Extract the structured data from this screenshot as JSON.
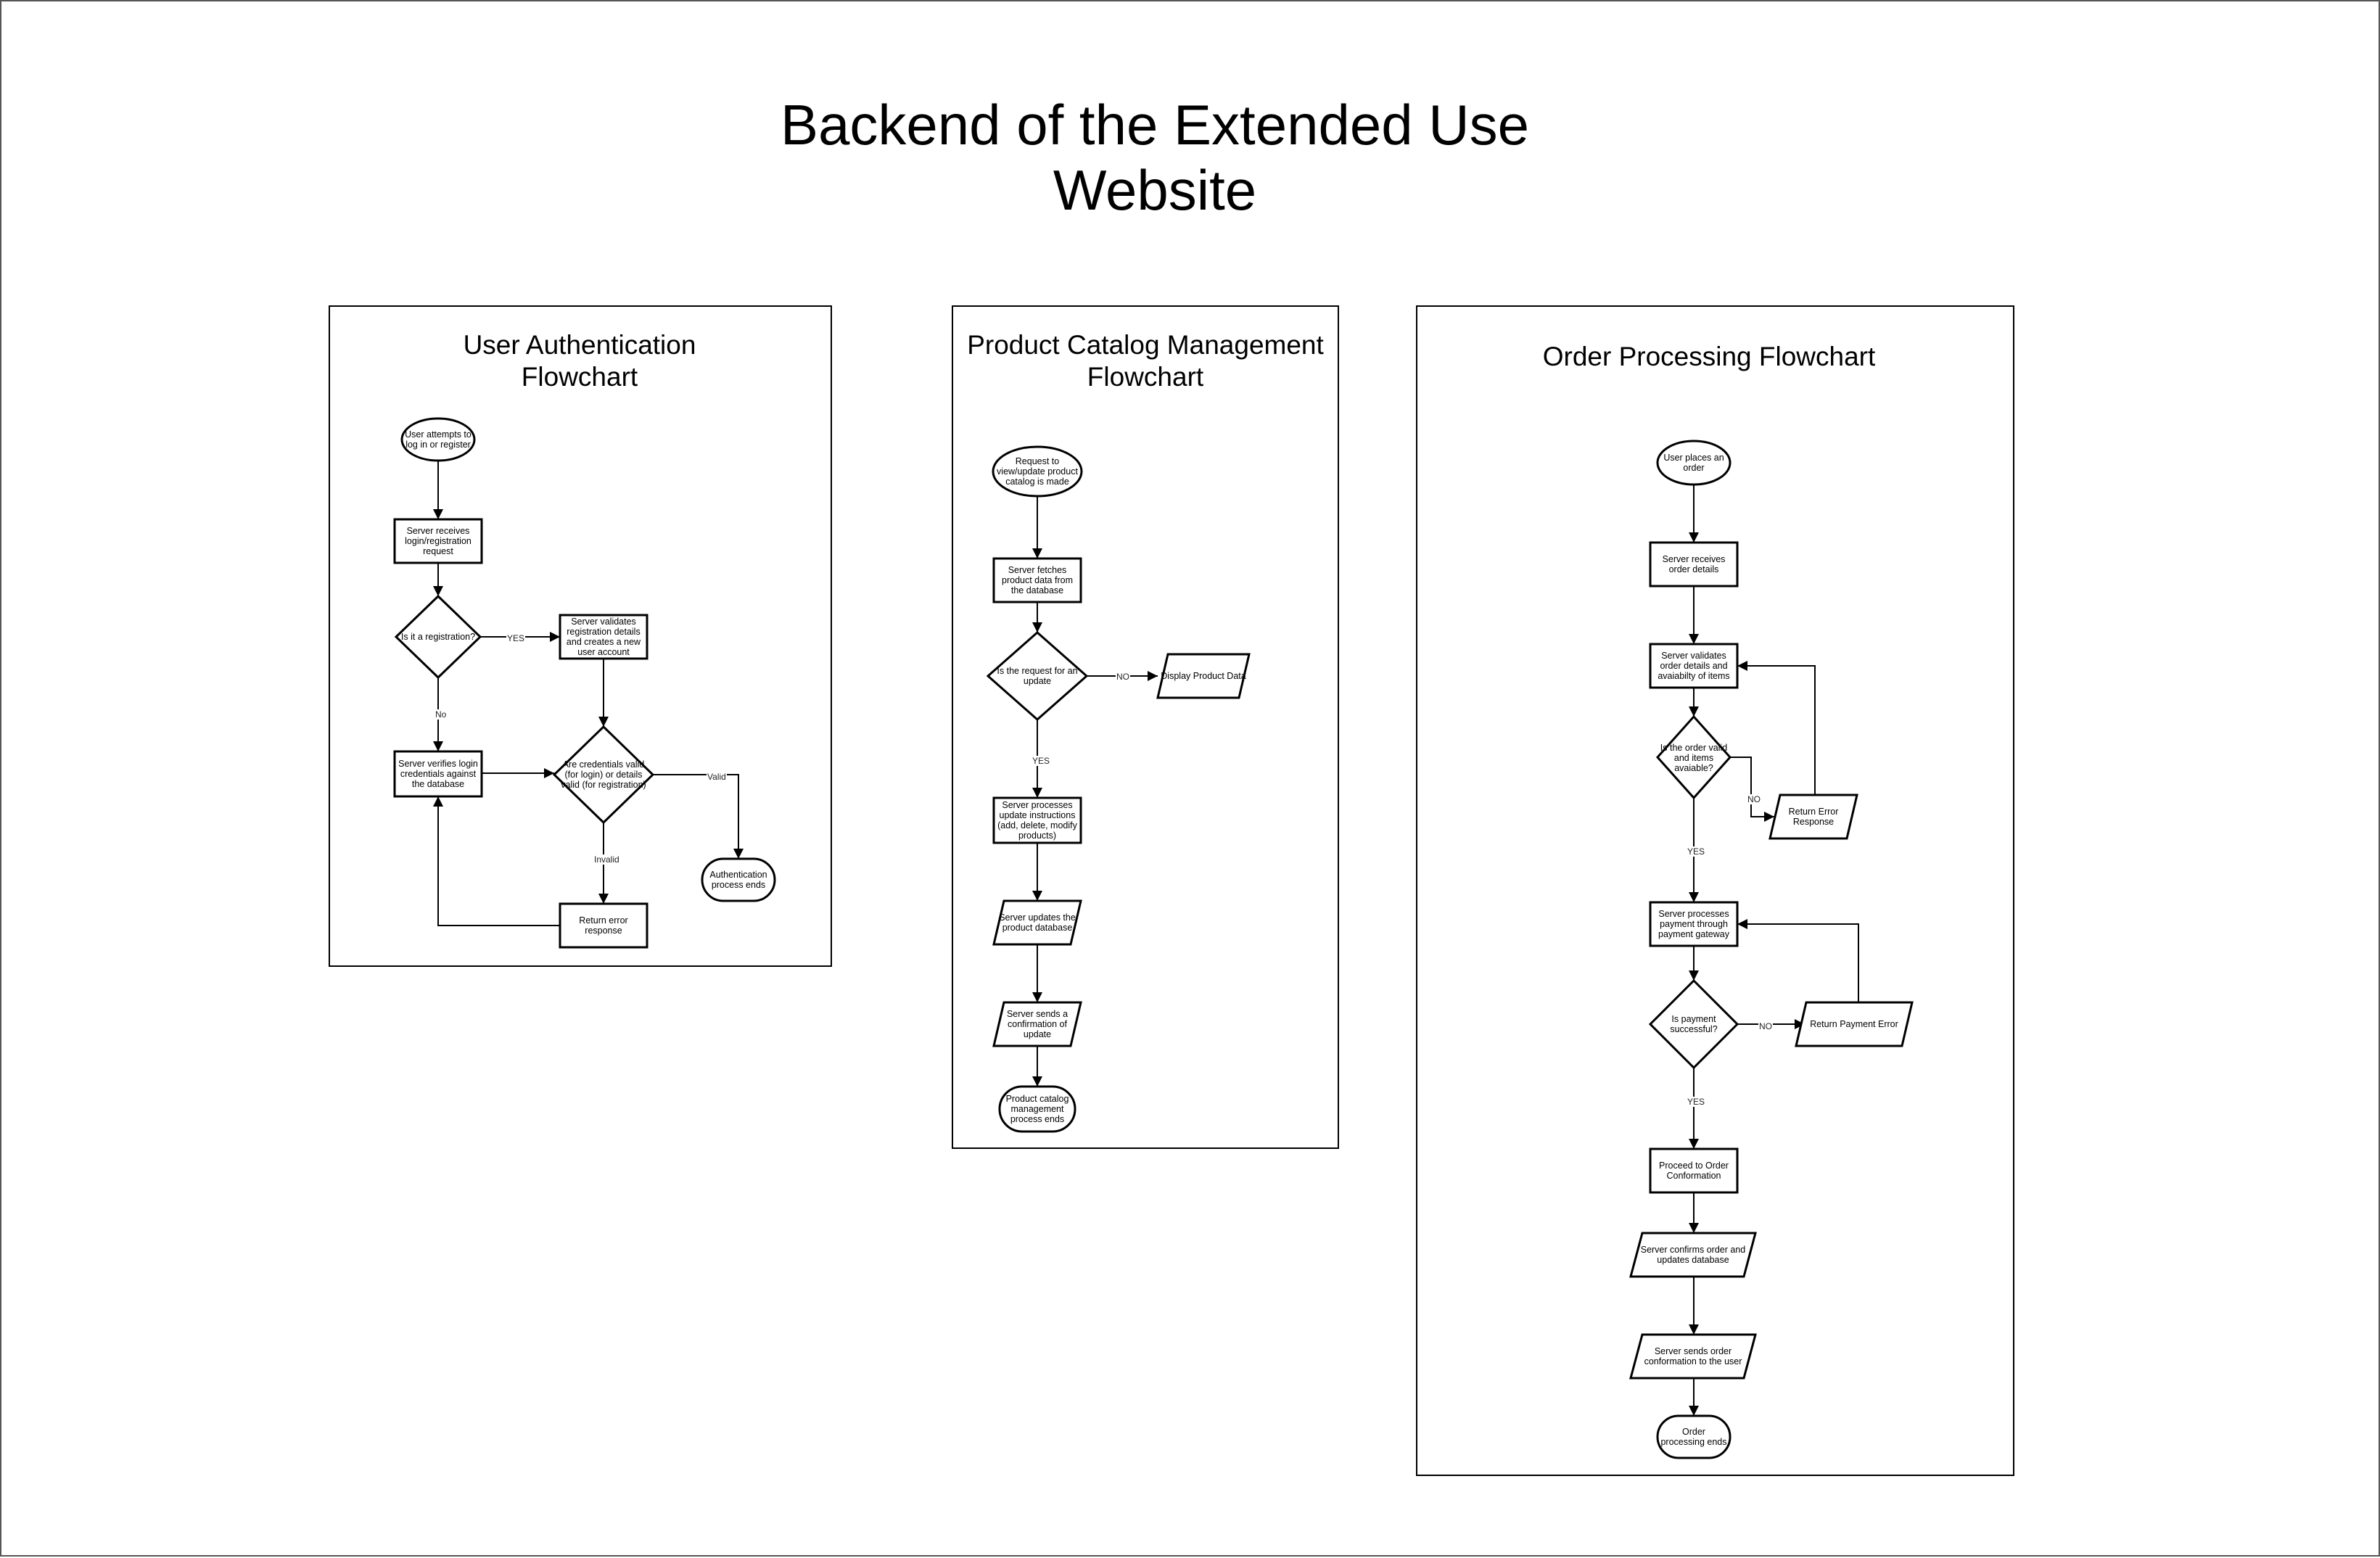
{
  "title": "Backend of the Extended Use Website",
  "panels": {
    "auth": {
      "title": "User Authentication Flowchart",
      "nodes": {
        "start": "User attempts to log in or register",
        "receive": "Server receives login/registration request",
        "is_registration": "Is it a registration?",
        "validate_registration": "Server validates registration details and creates a new user account",
        "verify_login": "Server verifies login credentials against the database",
        "credentials_valid": "Are credentials valid (for login) or details valid (for registration)",
        "auth_end": "Authentication process ends",
        "return_error": "Return error response"
      },
      "edges": {
        "yes": "YES",
        "no": "No",
        "valid": "Valid",
        "invalid": "Invalid"
      }
    },
    "catalog": {
      "title": "Product Catalog Management Flowchart",
      "nodes": {
        "start": "Request to view/update product catalog is made",
        "fetch": "Server fetches product data from the database",
        "is_update": "Is the request for an update",
        "display": "Display Product Data",
        "process_update": "Server processes update instructions (add, delete, modify products)",
        "update_db": "Server updates the product database",
        "send_confirmation": "Server sends a confirmation of update",
        "end": "Product catalog management process ends"
      },
      "edges": {
        "no": "NO",
        "yes": "YES"
      }
    },
    "order": {
      "title": "Order Processing Flowchart",
      "nodes": {
        "start": "User places an order",
        "receive": "Server receives order details",
        "validate": "Server validates order details and avaiabilty of items",
        "is_valid": "Is the order valid and items avaiable?",
        "return_error": "Return Error Response",
        "process_payment": "Server processes payment through payment gateway",
        "payment_ok": "Is payment successful?",
        "payment_error": "Return Payment Error",
        "proceed": "Proceed to Order Conformation",
        "confirm": "Server confirms order and updates database",
        "send_confirmation": "Server sends order conformation to the user",
        "end": "Order processing ends"
      },
      "edges": {
        "no": "NO",
        "yes": "YES",
        "no2": "NO",
        "yes2": "YES"
      }
    }
  }
}
